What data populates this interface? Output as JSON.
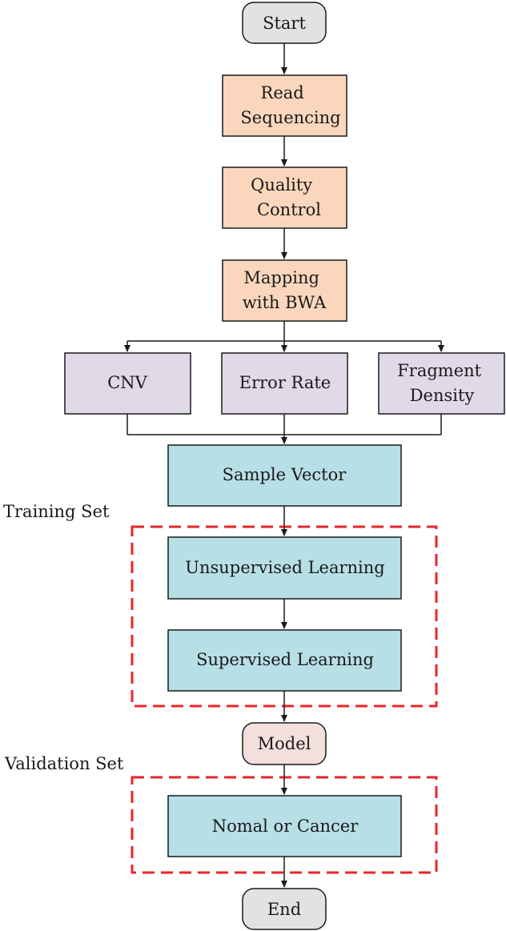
{
  "nodes": {
    "start": {
      "label": "Start"
    },
    "read_sequencing": {
      "lines": [
        "Read",
        "Sequencing"
      ]
    },
    "quality_control": {
      "lines": [
        "Quality",
        "Control"
      ]
    },
    "mapping_bwa": {
      "lines": [
        "Mapping",
        "with BWA"
      ]
    },
    "cnv": {
      "label": "CNV"
    },
    "error_rate": {
      "label": "Error Rate"
    },
    "fragment_density": {
      "lines": [
        "Fragment",
        "Density"
      ]
    },
    "sample_vector": {
      "label": "Sample Vector"
    },
    "unsupervised_learning": {
      "label": "Unsupervised Learning"
    },
    "supervised_learning": {
      "label": "Supervised Learning"
    },
    "model": {
      "label": "Model"
    },
    "normal_or_cancer": {
      "label": "Nomal or Cancer"
    },
    "end": {
      "label": "End"
    }
  },
  "groups": {
    "training_set": {
      "label": "Training Set"
    },
    "validation_set": {
      "label": "Validation Set"
    }
  },
  "colors": {
    "terminal_fill": "#e2e2e2",
    "preprocess_fill": "#fad7bc",
    "feature_fill": "#e0d9e8",
    "learning_fill": "#b7dfe6",
    "model_fill": "#f3dfdc",
    "group_border": "#e8262a",
    "stroke": "#1a1a1a"
  }
}
